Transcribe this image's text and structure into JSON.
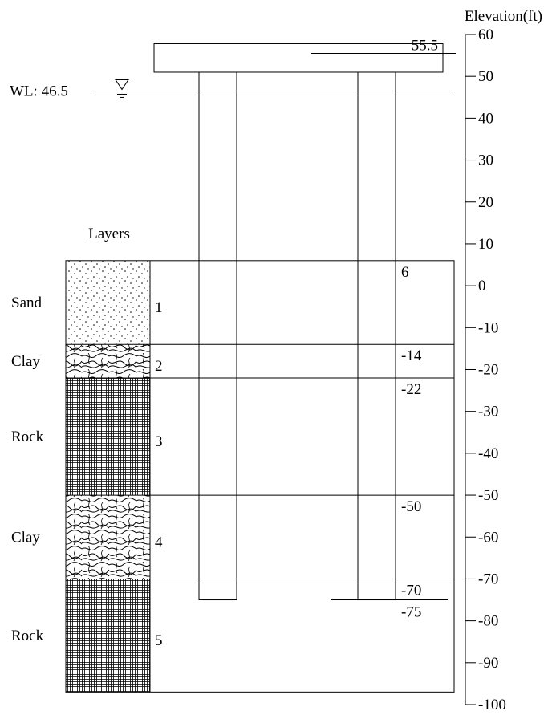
{
  "axis": {
    "title": "Elevation(ft)",
    "ticks": [
      60,
      50,
      40,
      30,
      20,
      10,
      0,
      -10,
      -20,
      -30,
      -40,
      -50,
      -60,
      -70,
      -80,
      -90,
      -100
    ],
    "ylim": [
      -100,
      60
    ]
  },
  "water_level": {
    "label": "WL: 46.5",
    "elevation": 46.5
  },
  "pile_cap": {
    "top_label": "55.5",
    "top_elevation": 55.5,
    "bottom_elevation": 51
  },
  "piles": {
    "tip_elevation": -75
  },
  "layers_title": "Layers",
  "layers": [
    {
      "number": "1",
      "soil": "Sand",
      "top": 6,
      "bottom": -14,
      "top_label": "6",
      "pattern": "sand"
    },
    {
      "number": "2",
      "soil": "Clay",
      "top": -14,
      "bottom": -22,
      "top_label": "-14",
      "pattern": "clay"
    },
    {
      "number": "3",
      "soil": "Rock",
      "top": -22,
      "bottom": -50,
      "top_label": "-22",
      "pattern": "rock"
    },
    {
      "number": "4",
      "soil": "Clay",
      "top": -50,
      "bottom": -70,
      "top_label": "-50",
      "pattern": "clay"
    },
    {
      "number": "5",
      "soil": "Rock",
      "top": -70,
      "bottom": -97,
      "top_label": "-70",
      "pattern": "rock"
    }
  ],
  "pile_tip_label": "-75"
}
